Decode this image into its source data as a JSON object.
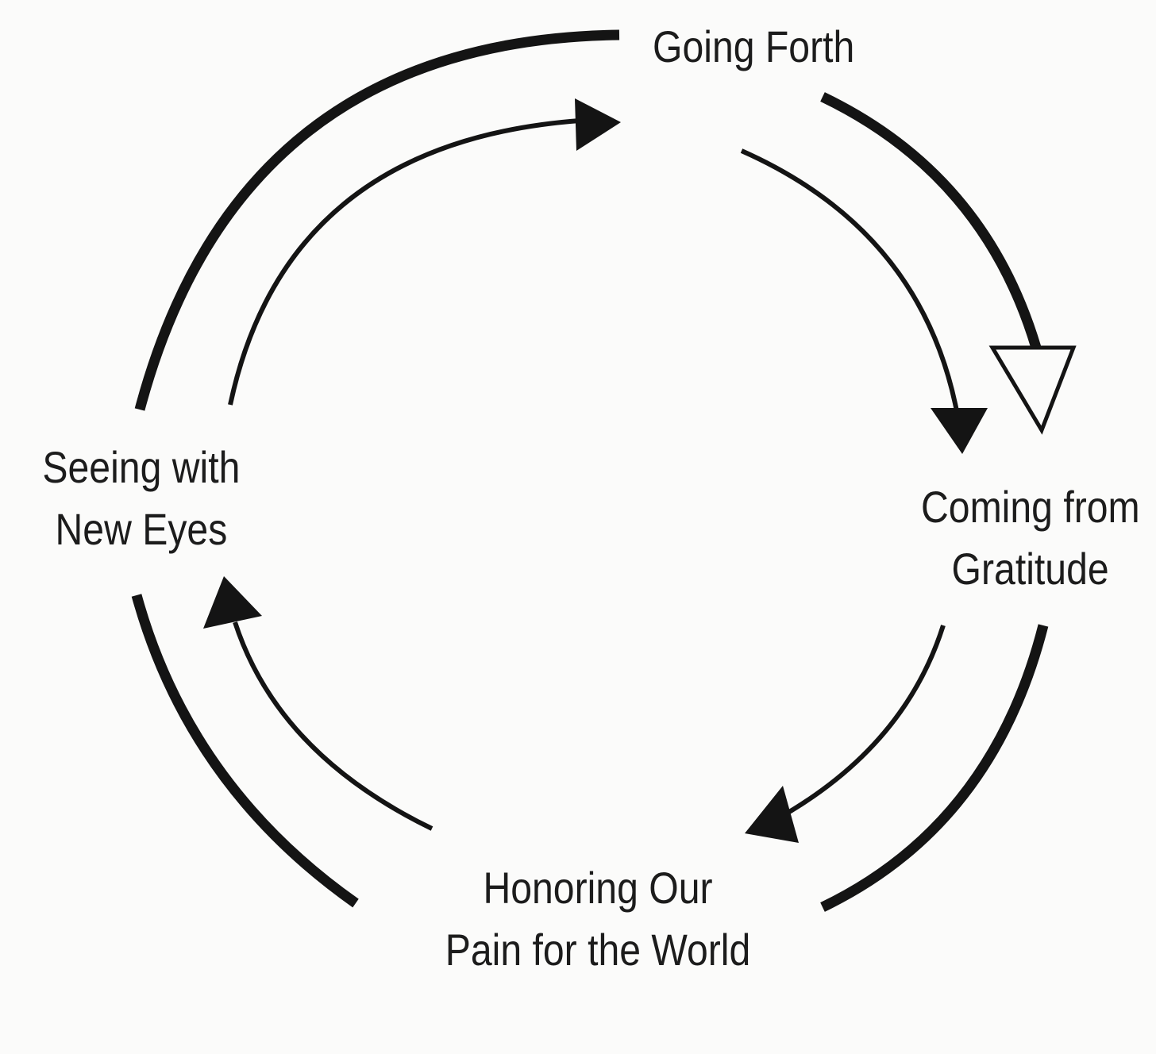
{
  "stages": {
    "going_forth": "Going Forth",
    "coming_from_gratitude": [
      "Coming from",
      "Gratitude"
    ],
    "honoring_pain": [
      "Honoring Our",
      "Pain for the World"
    ],
    "seeing_new_eyes": [
      "Seeing with",
      "New Eyes"
    ]
  },
  "colors": {
    "ink": "#141414",
    "paper": "#fbfbfa"
  }
}
